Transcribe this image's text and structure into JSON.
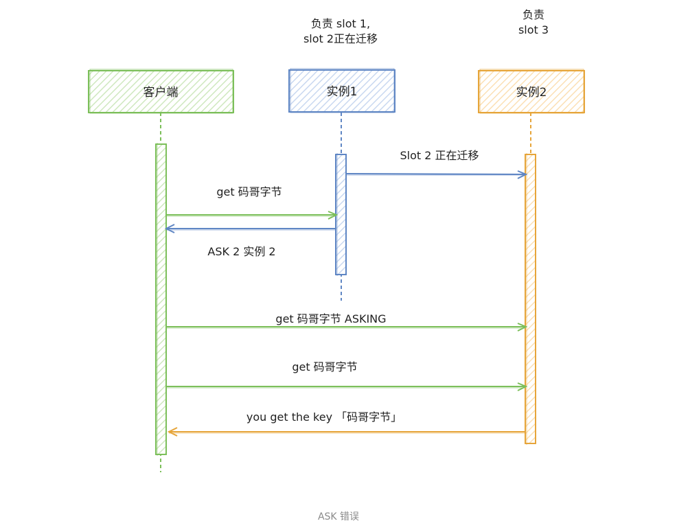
{
  "colors": {
    "client": "#7cbf5a",
    "client_fill": "#cfe8bf",
    "instance1": "#5f86c4",
    "instance1_fill": "#c9d8f0",
    "instance2": "#e6a53a",
    "instance2_fill": "#fbe0b5",
    "text": "#1f1f1f",
    "caption": "#8a8a8a"
  },
  "actors": {
    "client": {
      "label": "客户端"
    },
    "instance1": {
      "label": "实例1",
      "note_line1": "负责 slot 1,",
      "note_line2": "slot 2正在迁移"
    },
    "instance2": {
      "label": "实例2",
      "note_line1": "负责",
      "note_line2": "slot 3"
    }
  },
  "messages": {
    "migrating": {
      "label": "Slot 2 正在迁移",
      "from": "instance1",
      "to": "instance2"
    },
    "get1": {
      "label": "get 码哥字节",
      "from": "client",
      "to": "instance1"
    },
    "ask": {
      "label": "ASK 2 实例 2",
      "from": "instance1",
      "to": "client"
    },
    "asking": {
      "label": "get 码哥字节 ASKING",
      "from": "client",
      "to": "instance2"
    },
    "get2": {
      "label": "get 码哥字节",
      "from": "client",
      "to": "instance2"
    },
    "reply": {
      "label": "you get the key 「码哥字节」",
      "from": "instance2",
      "to": "client"
    }
  },
  "caption": "ASK 错误"
}
